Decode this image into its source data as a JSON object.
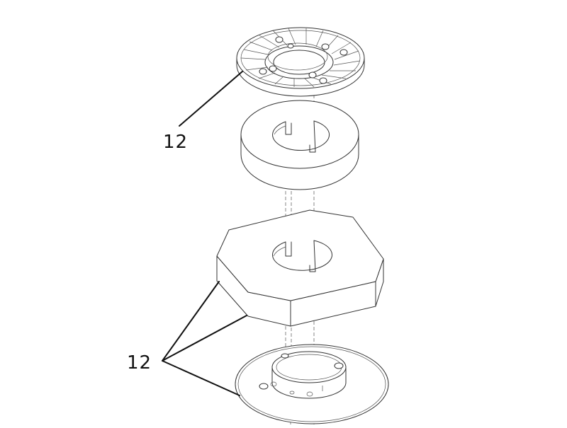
{
  "callouts": {
    "top_label": "12",
    "bottom_label": "12"
  },
  "parts": [
    {
      "name": "top-ribbed-plate"
    },
    {
      "name": "upper-round-foam"
    },
    {
      "name": "octagonal-foam-block"
    },
    {
      "name": "bottom-base-plate"
    }
  ],
  "colors": {
    "stroke": "#333333",
    "leader": "#111111",
    "background": "#ffffff"
  }
}
